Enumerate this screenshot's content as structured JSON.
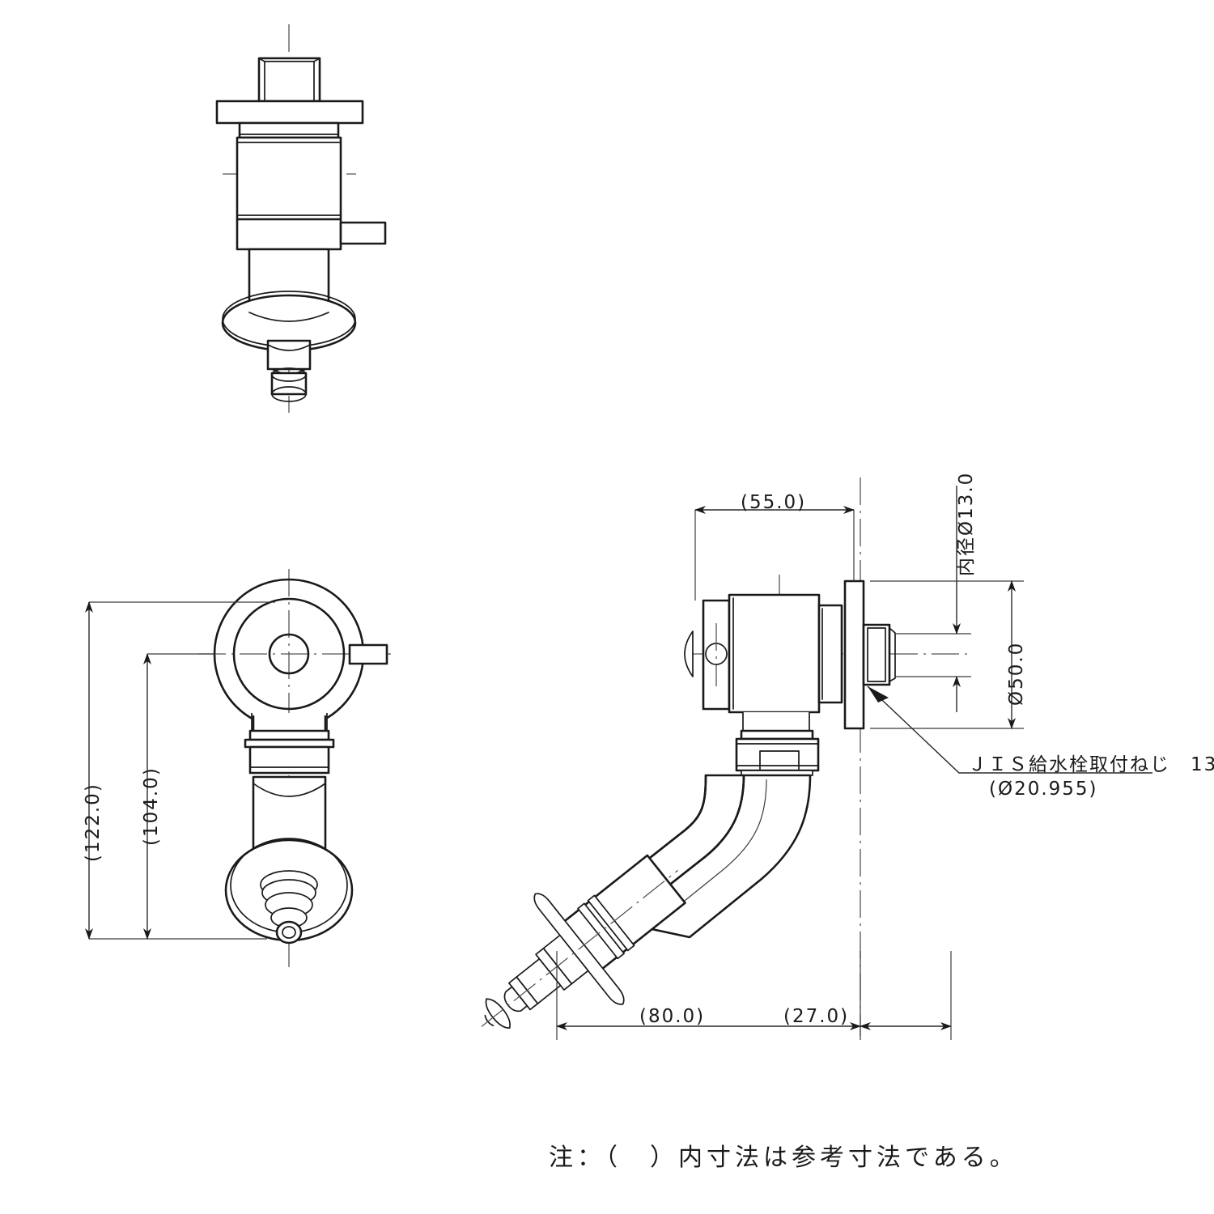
{
  "document": {
    "type": "technical-drawing",
    "background_color": "#ffffff",
    "line_color": "#1a1a1a",
    "views": [
      {
        "id": "top-view",
        "name": "top view of wall faucet body"
      },
      {
        "id": "front-view",
        "name": "front elevation view of wall faucet"
      },
      {
        "id": "side-view",
        "name": "side elevation view of wall faucet with elbow outlet"
      }
    ]
  },
  "dimensions": {
    "front_overall_height": "(122.0)",
    "front_inner_height": "(104.0)",
    "side_width": "(55.0)",
    "side_projection": "(80.0)",
    "side_offset": "(27.0)",
    "inner_diameter": "内径Ø13.0",
    "flange_diameter": "Ø50.0"
  },
  "annotations": {
    "thread_spec": "ＪＩＳ給水栓取付ねじ　13",
    "thread_diameter": "(Ø20.955)"
  },
  "notes": {
    "reference_note": "注：（　）内寸法は参考寸法である。"
  }
}
